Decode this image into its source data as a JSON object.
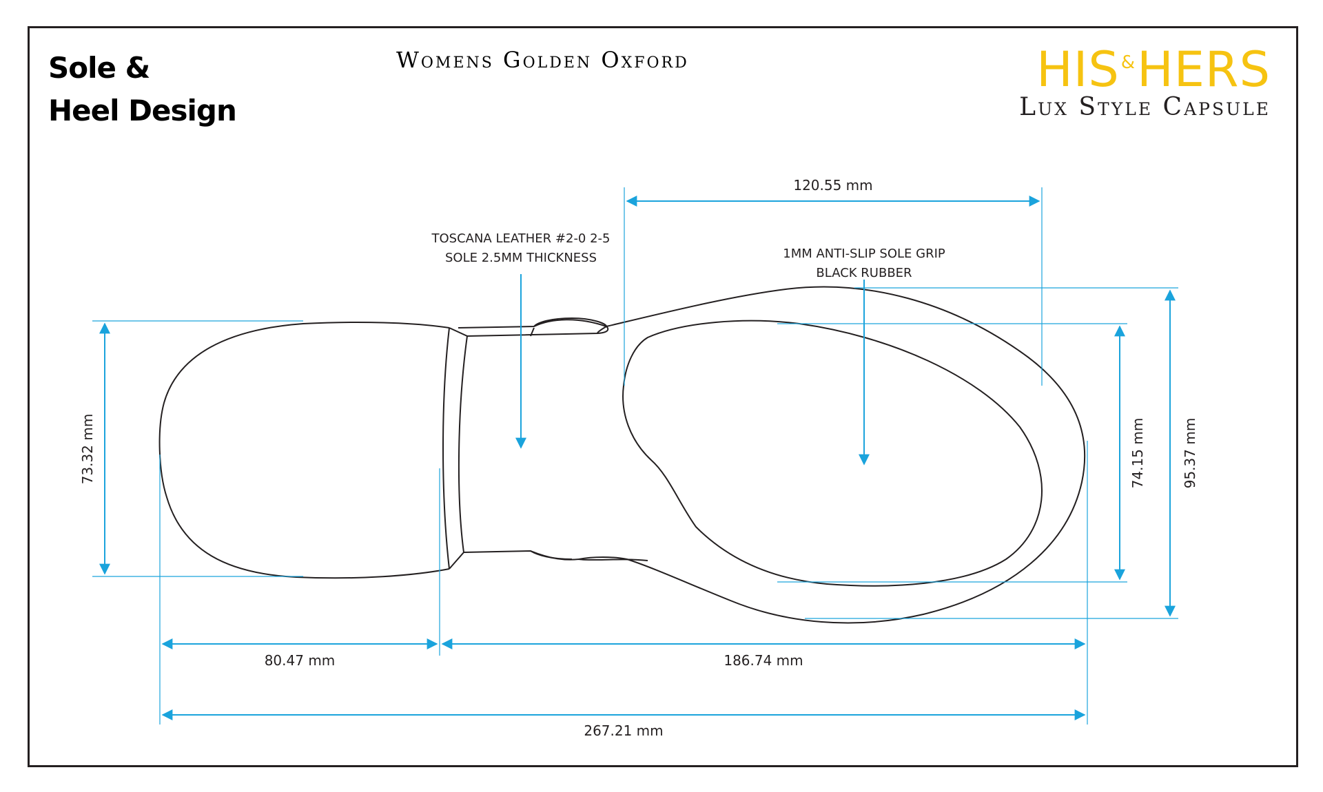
{
  "header": {
    "section_title_line1": "Sole &",
    "section_title_line2": "Heel Design",
    "product_title": "Womens Golden Oxford"
  },
  "brand": {
    "name_left": "HIS",
    "name_amp": "&",
    "name_right": "HERS",
    "subtitle": "Lux Style Capsule",
    "logo_color": "#f6c311"
  },
  "colors": {
    "dimension_line": "#1aa3dc",
    "outline": "#231f20",
    "frame": "#231f20"
  },
  "dimensions": {
    "forefoot_length": "120.55 mm",
    "heel_width": "73.32 mm",
    "inner_grip_width": "74.15 mm",
    "outer_sole_width": "95.37 mm",
    "heel_length": "80.47 mm",
    "front_length": "186.74 mm",
    "total_length": "267.21 mm"
  },
  "annotations": {
    "heel_material_line1": "TOSCANA LEATHER #2-0 2-5",
    "heel_material_line2": "SOLE 2.5MM THICKNESS",
    "grip_material_line1": "1MM ANTI-SLIP SOLE GRIP",
    "grip_material_line2": "BLACK RUBBER"
  }
}
